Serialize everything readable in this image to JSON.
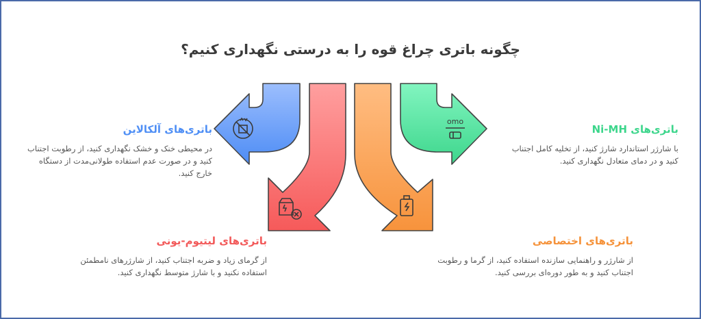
{
  "title": "چگونه باتری چراغ قوه را به درستی نگهداری کنیم؟",
  "colors": {
    "frame": "#4a6aa8",
    "alkaline": "#4f8ff5",
    "nimh": "#3dd68c",
    "lithium": "#f25a5a",
    "specialty": "#f5923a",
    "outline": "#444444"
  },
  "items": [
    {
      "id": "alkaline",
      "heading": "باتری‌های آلکالاین",
      "description": "در محیطی خنک و خشک نگهداری کنید، از رطوبت اجتناب کنید و در صورت عدم استفاده طولانی‌مدت از دستگاه خارج کنید.",
      "icon": "no-storage-icon",
      "arrow_direction": "left"
    },
    {
      "id": "nimh",
      "heading": "باتری‌های Ni-MH",
      "description": "با شارژر استاندارد شارژ کنید، از تخلیه کامل اجتناب کنید و در دمای متعادل نگهداری کنید.",
      "icon": "charging-station-battery-icon",
      "arrow_direction": "right"
    },
    {
      "id": "lithium",
      "heading": "باتری‌های لیتیوم-یونی",
      "description": "از گرمای زیاد و ضربه اجتناب کنید، از شارژرهای نامطمئن استفاده نکنید و با شارژ متوسط نگهداری کنید.",
      "icon": "damaged-package-icon",
      "arrow_direction": "down-left"
    },
    {
      "id": "specialty",
      "heading": "باتری‌های اختصاصی",
      "description": "از شارژر و راهنمایی سازنده استفاده کنید، از گرما و رطوبت اجتناب کنید و به طور دوره‌ای بررسی کنید.",
      "icon": "battery-charge-icon",
      "arrow_direction": "down-right"
    }
  ]
}
